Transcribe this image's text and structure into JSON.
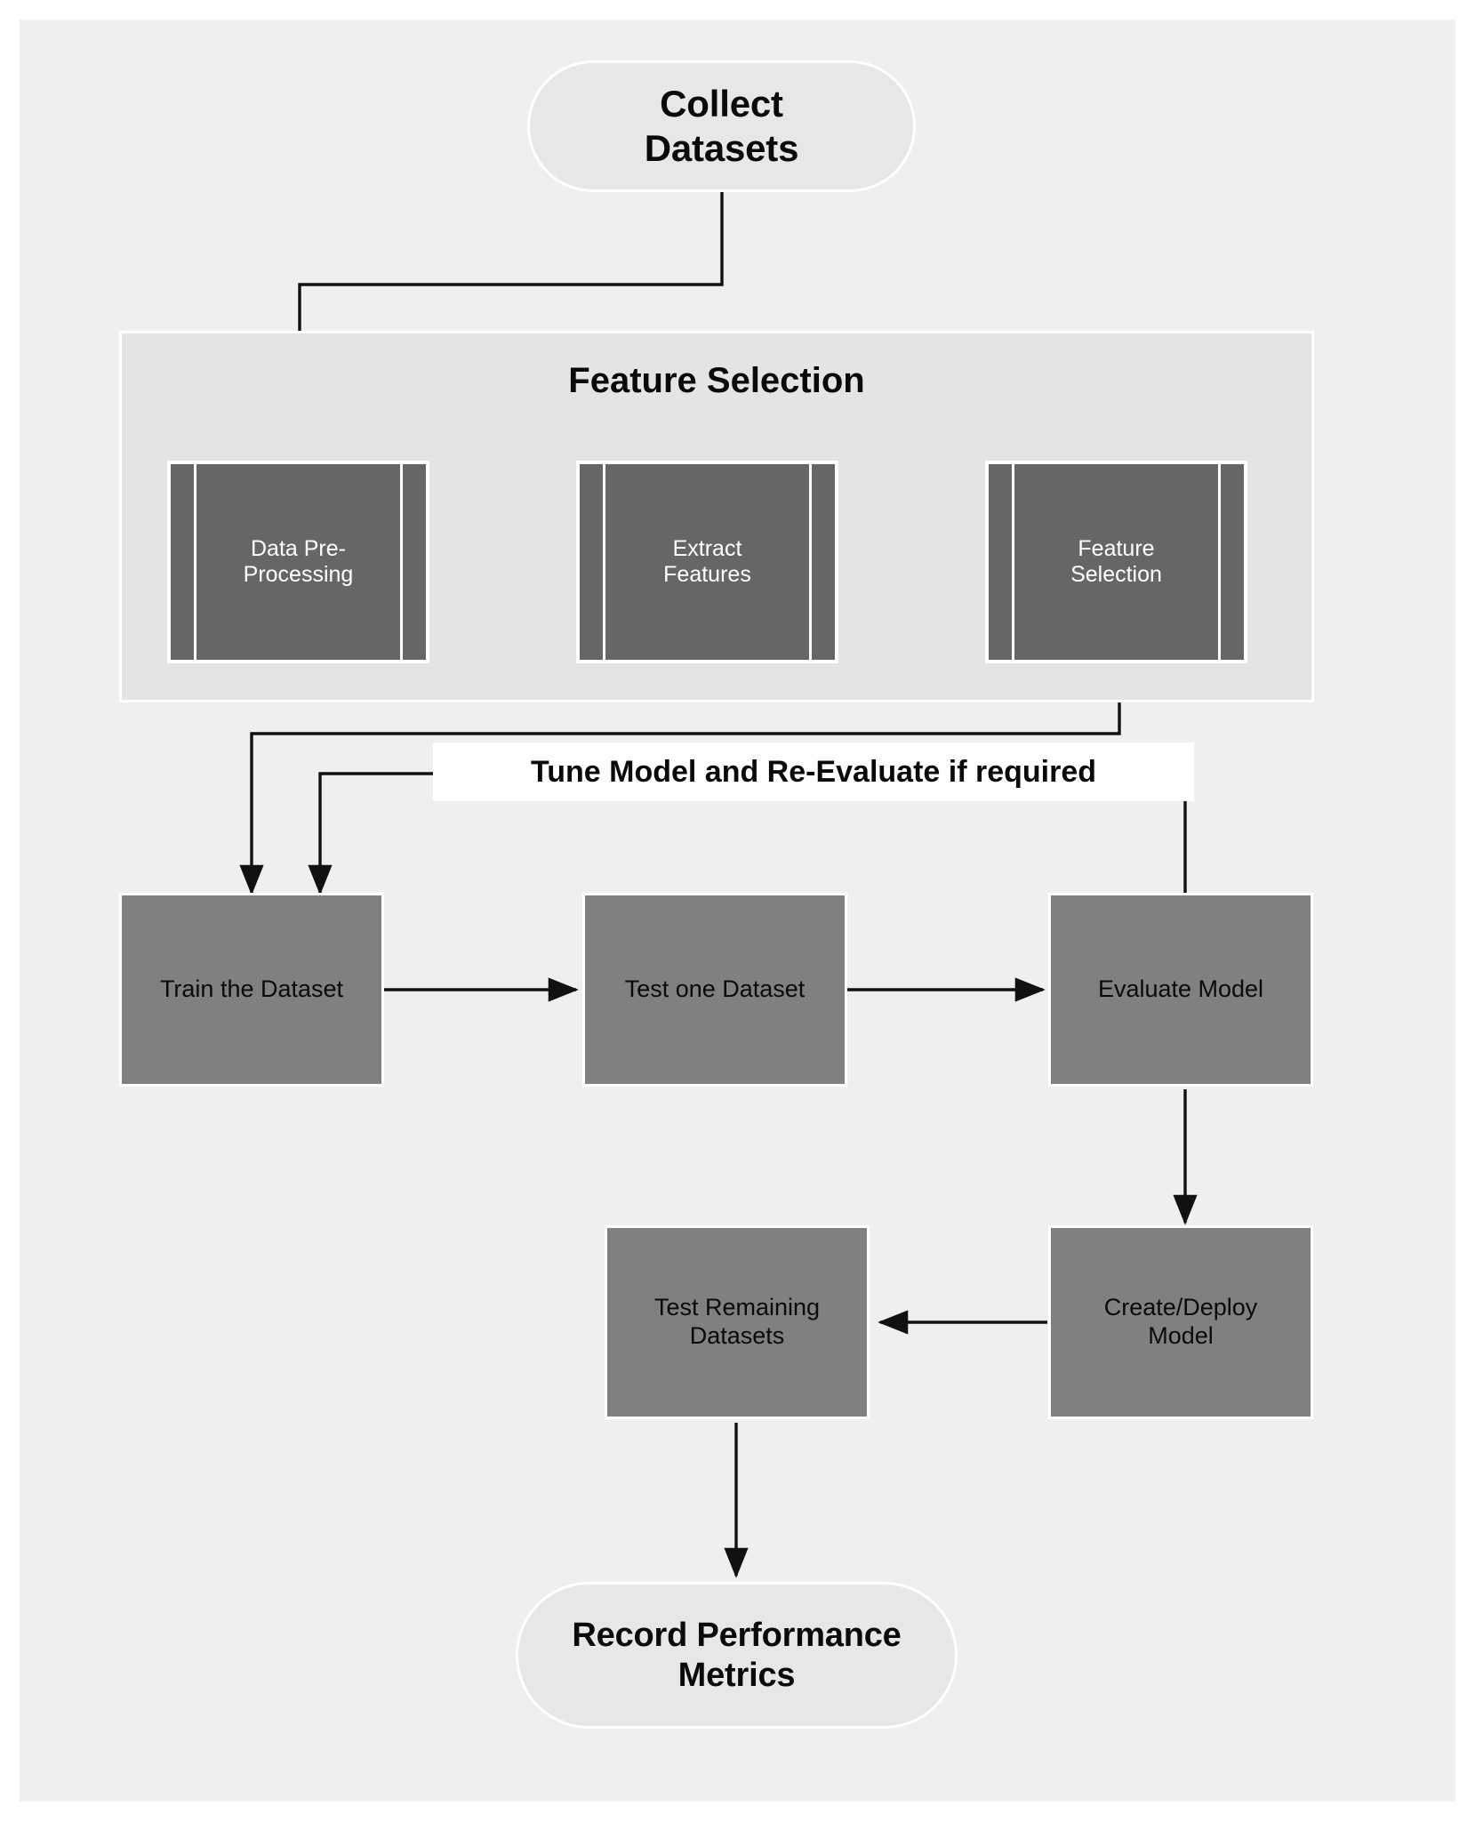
{
  "diagram": {
    "title_group": "Feature Selection",
    "colors": {
      "canvas_bg": "#efefef",
      "group_bg": "#e4e4e4",
      "terminator_fill": "#e7e7e7",
      "subprocess_fill": "#666666",
      "process_fill": "#808080",
      "stroke": "#ffffff",
      "connector": "#111111",
      "text_dark": "#0a0a0a",
      "text_light": "#ffffff"
    },
    "nodes": {
      "collect_datasets": "Collect\nDatasets",
      "collect_datasets_line1": "Collect",
      "collect_datasets_line2": "Datasets",
      "data_preprocessing_line1": "Data Pre-",
      "data_preprocessing_line2": "Processing",
      "extract_features_line1": "Extract",
      "extract_features_line2": "Features",
      "feature_selection_line1": "Feature",
      "feature_selection_line2": "Selection",
      "train_the_dataset": "Train the Dataset",
      "test_one_dataset": "Test one Dataset",
      "evaluate_model": "Evaluate Model",
      "test_remaining_line1": "Test Remaining",
      "test_remaining_line2": "Datasets",
      "create_deploy_line1": "Create/Deploy",
      "create_deploy_line2": "Model",
      "record_metrics_line1": "Record Performance",
      "record_metrics_line2": "Metrics"
    },
    "edge_labels": {
      "tune_model": "Tune Model and Re-Evaluate if required"
    }
  },
  "chart_data": {
    "type": "diagram",
    "subtype": "flowchart",
    "title": "Machine Learning Pipeline Flowchart",
    "nodes": [
      {
        "id": "collect_datasets",
        "label": "Collect Datasets",
        "shape": "terminator",
        "fill": "#e7e7e7",
        "text_color": "#0a0a0a"
      },
      {
        "id": "group_feature_selection",
        "label": "Feature Selection",
        "shape": "group",
        "fill": "#e4e4e4",
        "text_color": "#0a0a0a"
      },
      {
        "id": "data_preprocessing",
        "label": "Data Pre-Processing",
        "shape": "predefined-process",
        "fill": "#666666",
        "text_color": "#ffffff",
        "group": "group_feature_selection"
      },
      {
        "id": "extract_features",
        "label": "Extract Features",
        "shape": "predefined-process",
        "fill": "#666666",
        "text_color": "#ffffff",
        "group": "group_feature_selection"
      },
      {
        "id": "feature_selection",
        "label": "Feature Selection",
        "shape": "predefined-process",
        "fill": "#666666",
        "text_color": "#ffffff",
        "group": "group_feature_selection"
      },
      {
        "id": "train_the_dataset",
        "label": "Train the Dataset",
        "shape": "process",
        "fill": "#808080",
        "text_color": "#0a0a0a"
      },
      {
        "id": "test_one_dataset",
        "label": "Test one Dataset",
        "shape": "process",
        "fill": "#808080",
        "text_color": "#0a0a0a"
      },
      {
        "id": "evaluate_model",
        "label": "Evaluate Model",
        "shape": "process",
        "fill": "#808080",
        "text_color": "#0a0a0a"
      },
      {
        "id": "create_deploy_model",
        "label": "Create/Deploy Model",
        "shape": "process",
        "fill": "#808080",
        "text_color": "#0a0a0a"
      },
      {
        "id": "test_remaining_datasets",
        "label": "Test Remaining Datasets",
        "shape": "process",
        "fill": "#808080",
        "text_color": "#0a0a0a"
      },
      {
        "id": "record_performance_metrics",
        "label": "Record Performance Metrics",
        "shape": "terminator",
        "fill": "#e7e7e7",
        "text_color": "#0a0a0a"
      }
    ],
    "edges": [
      {
        "from": "collect_datasets",
        "to": "data_preprocessing",
        "label": "",
        "style": "elbow",
        "arrow": "end"
      },
      {
        "from": "data_preprocessing",
        "to": "extract_features",
        "label": "",
        "style": "straight",
        "arrow": "end"
      },
      {
        "from": "extract_features",
        "to": "feature_selection",
        "label": "",
        "style": "straight",
        "arrow": "end"
      },
      {
        "from": "feature_selection",
        "to": "train_the_dataset",
        "label": "",
        "style": "elbow",
        "arrow": "end"
      },
      {
        "from": "train_the_dataset",
        "to": "test_one_dataset",
        "label": "",
        "style": "straight",
        "arrow": "end"
      },
      {
        "from": "test_one_dataset",
        "to": "evaluate_model",
        "label": "",
        "style": "straight",
        "arrow": "end"
      },
      {
        "from": "evaluate_model",
        "to": "train_the_dataset",
        "label": "Tune Model and Re-Evaluate if required",
        "style": "elbow-feedback",
        "arrow": "end"
      },
      {
        "from": "evaluate_model",
        "to": "create_deploy_model",
        "label": "",
        "style": "straight",
        "arrow": "end"
      },
      {
        "from": "create_deploy_model",
        "to": "test_remaining_datasets",
        "label": "",
        "style": "straight",
        "arrow": "end"
      },
      {
        "from": "test_remaining_datasets",
        "to": "record_performance_metrics",
        "label": "",
        "style": "straight",
        "arrow": "end"
      }
    ]
  }
}
